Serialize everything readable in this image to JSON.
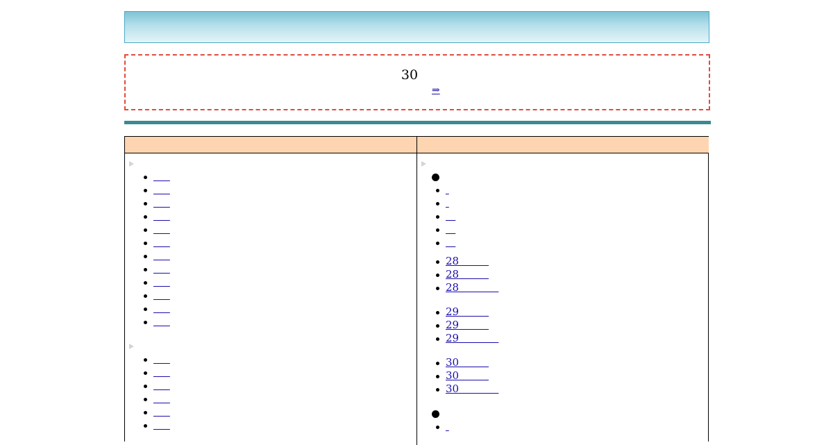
{
  "notice": {
    "number": "30",
    "link_text": "⇒"
  },
  "table": {
    "header": {
      "left": "",
      "right": ""
    }
  },
  "left_column": {
    "group1": [
      "     ",
      "     ",
      "     ",
      "     ",
      "     ",
      "     ",
      "     ",
      "     ",
      "     ",
      "     ",
      "     ",
      "     "
    ],
    "group2": [
      "     ",
      "     ",
      "     ",
      "     ",
      "     ",
      "     "
    ]
  },
  "right_column": {
    "section1": {
      "short_items": [
        " ",
        " ",
        "   ",
        "   ",
        "   "
      ],
      "day28": [
        "28         ",
        "28         ",
        "28            "
      ],
      "day29": [
        "29         ",
        "29         ",
        "29            "
      ],
      "day30": [
        "30         ",
        "30         ",
        "30            "
      ]
    },
    "section2": {
      "short_items": [
        " "
      ]
    }
  },
  "colors": {
    "link": "#1a0dab",
    "header_fill": "#fdd5b0",
    "notice_border": "#e04b3c",
    "divider": "#3a8a92",
    "banner_border": "#4aa8c8"
  }
}
